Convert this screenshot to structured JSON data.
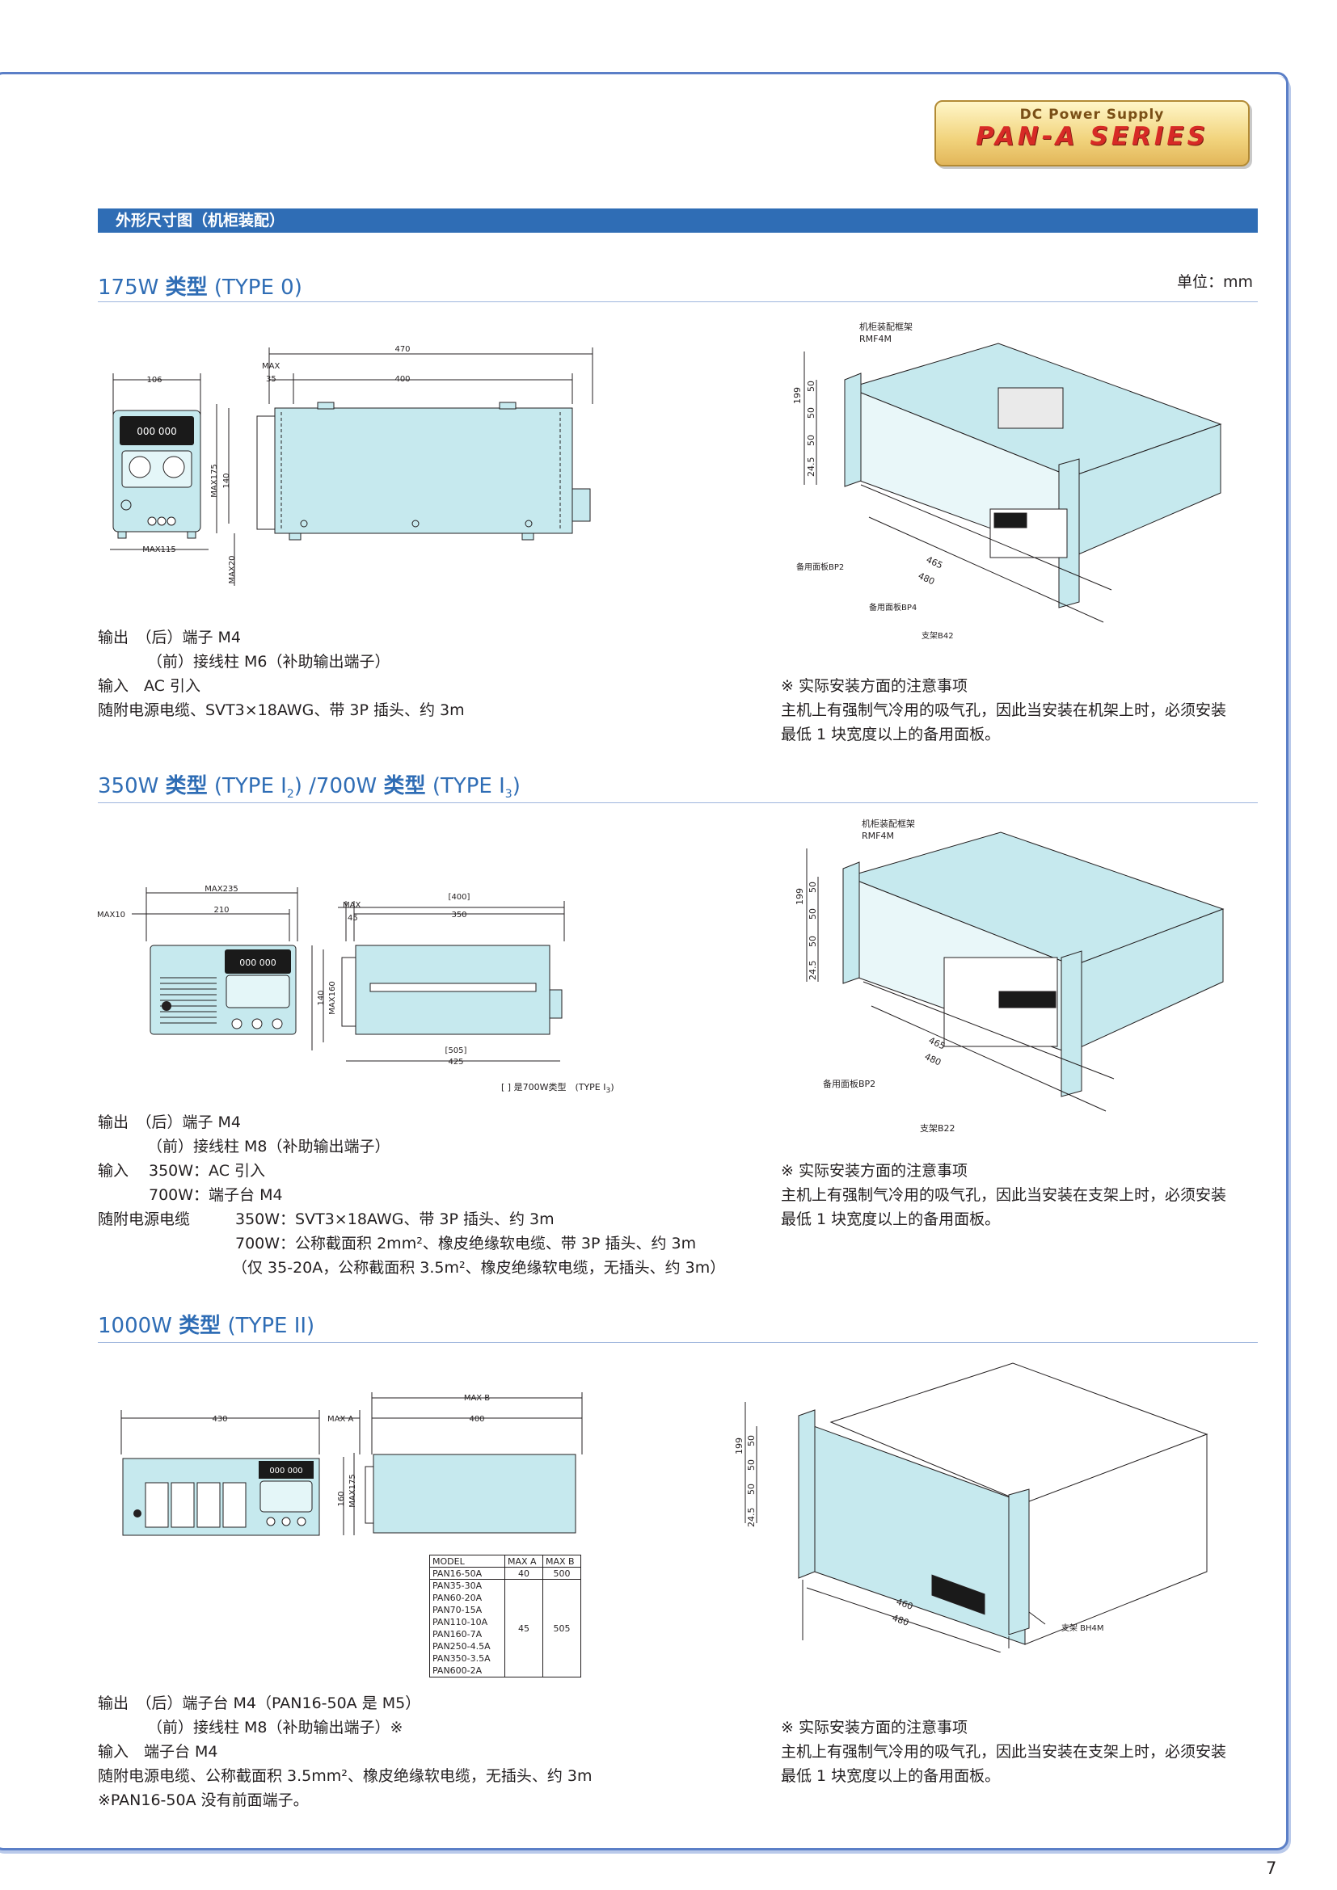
{
  "header": {
    "logo_line1": "DC Power Supply",
    "logo_line2": "PAN-A SERIES",
    "banner": "外形尺寸图（机柜装配）",
    "unit": "单位：mm"
  },
  "type0": {
    "title_num": "175W",
    "title_kind": "类型",
    "title_type": "(TYPE 0)",
    "front": {
      "w": "106",
      "maxw": "MAX115",
      "maxh": "MAX175",
      "h": "140",
      "maxb": "MAX20",
      "display": "000 000"
    },
    "side": {
      "total": "470",
      "maxf": "MAX",
      "f": "35",
      "body": "400"
    },
    "rack": {
      "name": "机柜装配框架",
      "model": "RMF4M",
      "h": "199",
      "a": "50",
      "b": "50",
      "c": "50",
      "d": "24.5",
      "d1": "465",
      "d2": "480",
      "p1": "备用面板BP2",
      "p2": "备用面板BP4",
      "s": "支架B42"
    },
    "specs": [
      "输出　（后）端子 M4",
      "（前）接线柱 M6（补助输出端子）",
      "输入　AC 引入",
      "随附电源电缆、SVT3×18AWG、带 3P 插头、约 3m"
    ],
    "notes": [
      "※ 实际安装方面的注意事项",
      "主机上有强制气冷用的吸气孔，因此当安装在机架上时，必须安装",
      "最低 1 块宽度以上的备用面板。"
    ]
  },
  "type1": {
    "title_a": "350W",
    "title_kind": "类型",
    "title_type1": "(TYPE I",
    "sub1": "2",
    "mid": ") /700W",
    "title_kind2": "类型",
    "title_type2": "(TYPE I",
    "sub2": "3",
    "close": ")",
    "front": {
      "maxw": "MAX235",
      "w": "210",
      "m10": "MAX10",
      "h": "140",
      "maxh": "MAX160",
      "display": "000 000"
    },
    "side": {
      "maxf": "MAX",
      "f": "45",
      "b400": "[400]",
      "b350": "350",
      "b505": "[505]",
      "b425": "425"
    },
    "footnote": "[ ] 是700W类型　(TYPE I",
    "footnote_sub": "3",
    "footnote_end": ")",
    "rack": {
      "name": "机柜装配框架",
      "model": "RMF4M",
      "h": "199",
      "a": "50",
      "b": "50",
      "c": "50",
      "d": "24.5",
      "d1": "465",
      "d2": "480",
      "p1": "备用面板BP2",
      "s": "支架B22"
    },
    "specs": [
      "输出　（后）端子 M4",
      "（前）接线柱 M8（补助输出端子）",
      "输入",
      "350W：AC 引入",
      "700W：端子台 M4",
      "随附电源电缆",
      "350W：SVT3×18AWG、带 3P 插头、约 3m",
      "700W：公称截面积 2mm²、橡皮绝缘软电缆、带 3P 插头、约 3m",
      "（仅 35-20A，公称截面积 3.5m²、橡皮绝缘软电缆，无插头、约 3m）"
    ],
    "notes": [
      "※ 实际安装方面的注意事项",
      "主机上有强制气冷用的吸气孔，因此当安装在支架上时，必须安装",
      "最低 1 块宽度以上的备用面板。"
    ]
  },
  "type2": {
    "title_num": "1000W",
    "title_kind": "类型",
    "title_type": "(TYPE II)",
    "front": {
      "w": "430",
      "h": "160",
      "maxh": "MAX175",
      "display": "000 000"
    },
    "side": {
      "maxb": "MAX B",
      "maxa": "MAX A",
      "body": "400"
    },
    "table": {
      "headers": [
        "MODEL",
        "MAX A",
        "MAX B"
      ],
      "first": [
        "PAN16-50A",
        "40",
        "500"
      ],
      "group": [
        "PAN35-30A",
        "PAN60-20A",
        "PAN70-15A",
        "PAN110-10A",
        "PAN160-7A",
        "PAN250-4.5A",
        "PAN350-3.5A",
        "PAN600-2A"
      ],
      "group_a": "45",
      "group_b": "505"
    },
    "rack": {
      "h": "199",
      "a": "50",
      "b": "50",
      "c": "50",
      "d": "24.5",
      "d1": "460",
      "d2": "480",
      "s": "支架 BH4M"
    },
    "specs": [
      "输出　（后）端子台 M4（PAN16-50A 是 M5）",
      "（前）接线柱 M8（补助输出端子）※",
      "输入　端子台 M4",
      "随附电源电缆、公称截面积 3.5mm²、橡皮绝缘软电缆，无插头、约 3m",
      "※PAN16-50A 没有前面端子。"
    ],
    "notes": [
      "※ 实际安装方面的注意事项",
      "主机上有强制气冷用的吸气孔，因此当安装在支架上时，必须安装",
      "最低 1 块宽度以上的备用面板。"
    ]
  },
  "page": "7",
  "colors": {
    "accent": "#2f6db5",
    "device": "#c6e9ee",
    "line": "#231f20"
  }
}
